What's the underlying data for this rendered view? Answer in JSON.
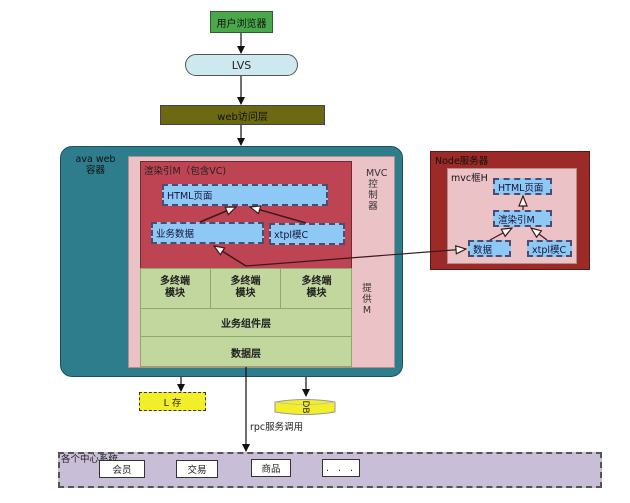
{
  "diagram": {
    "nodes": {
      "browser": "用户浏览器",
      "lvs": "LVS",
      "web_access_layer": "web访问层",
      "java_web_container": "ava web\n容器",
      "mvc_controller": "MVC控制器",
      "provide_m": "提供M",
      "render_engine": "渲染引M（包含VC)",
      "html_page": "HTML页面",
      "business_data": "业务数据",
      "xtpl_template": "xtpl模C",
      "multi_terminal_modules": [
        "多终端\n模块",
        "多终端\n模块",
        "多终端\n模块"
      ],
      "business_component_layer": "业务组件层",
      "data_layer": "数据层",
      "cache": "L 存",
      "db": "DB",
      "rpc_label": "rpc服务调用",
      "node_server": "Node服务器",
      "node_mvc_framework": "mvc框H",
      "node_html_page": "HTML页面",
      "node_render_engine": "渲染引M",
      "node_data": "数据",
      "node_xtpl_template": "xtpl模C",
      "centers_group": "各个中心系统",
      "centers": [
        "会员",
        "交易",
        "商品",
        ". . ."
      ]
    },
    "edges": [
      {
        "from": "browser",
        "to": "lvs"
      },
      {
        "from": "lvs",
        "to": "web_access_layer"
      },
      {
        "from": "web_access_layer",
        "to": "java_web_container"
      },
      {
        "from": "business_data",
        "to": "html_page",
        "style": "hollow-arrow"
      },
      {
        "from": "xtpl_template",
        "to": "html_page",
        "style": "hollow-arrow"
      },
      {
        "from": "multi_terminal_modules",
        "to": "business_data",
        "style": "hollow-arrow"
      },
      {
        "from": "multi_terminal_modules",
        "to": "node_data",
        "style": "hollow-arrow"
      },
      {
        "from": "node_render_engine",
        "to": "node_html_page",
        "style": "hollow-arrow"
      },
      {
        "from": "node_data",
        "to": "node_render_engine",
        "style": "hollow-arrow"
      },
      {
        "from": "node_xtpl_template",
        "to": "node_render_engine",
        "style": "hollow-arrow"
      },
      {
        "from": "java_web_container",
        "to": "cache"
      },
      {
        "from": "java_web_container",
        "to": "db"
      },
      {
        "from": "data_layer",
        "to": "centers_group",
        "label": "rpc服务调用"
      }
    ],
    "colors": {
      "browser": "#4aa84a",
      "lvs": "#cde8ee",
      "web_access_layer": "#6b6a12",
      "container": "#2e7d8c",
      "mvc_panel": "#ebc3c6",
      "render_engine": "#be4454",
      "blue_box": "#8ec8f4",
      "modules": "#c1d79d",
      "cache_db": "#f3ee2a",
      "node_server": "#9c2a27",
      "centers": "#c8bed8"
    }
  }
}
